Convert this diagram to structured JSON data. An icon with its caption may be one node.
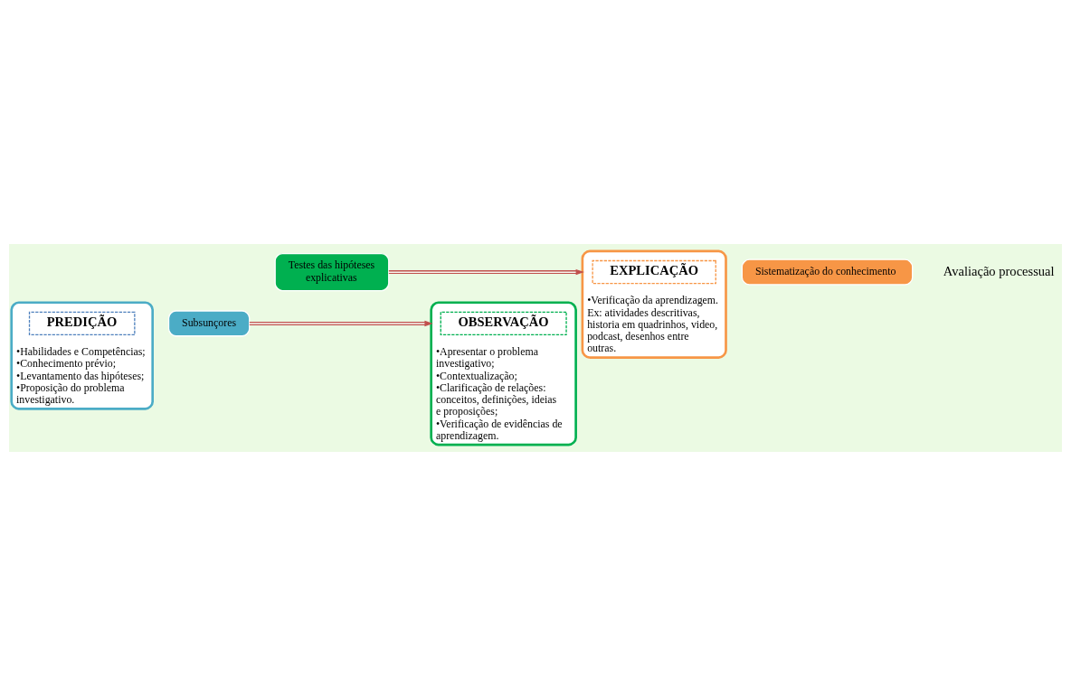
{
  "diagram": {
    "nodes": [
      {
        "text": [
          "•Habilidades e Competências;",
          "•Conhecimento prévio;",
          "•Levantamento das hipóteses;",
          "•Proposição do problema investigativo."
        ]
      },
      {
        "text": [
          "PREDIÇÃO"
        ],
        "in": 0
      },
      {
        "text": [
          "Subsunçores"
        ]
      },
      {
        "text": [
          "Testes das hipóteses explicativas"
        ]
      },
      {
        "text": [
          "•Apresentar o problema investigativo;",
          "•Contextualização;",
          "•Clarificação de relações: conceitos, definições, ideias e proposições;",
          "•Verificação de evidências de aprendizagem."
        ]
      },
      {
        "text": [
          "OBSERVAÇÃO"
        ],
        "in": 4
      },
      {
        "text": [
          "•Verificação da aprendizagem.  Ex: atividades descritivas, historia em quadrinhos, video, podcast, desenhos entre outras."
        ]
      },
      {
        "text": [
          "EXPLICAÇÃO"
        ],
        "in": 6
      },
      {
        "text": [
          "Sistematização do conhecimento"
        ]
      }
    ],
    "edges": [
      {
        "from": 2,
        "to": 4,
        "arrow": "to"
      },
      {
        "from": 3,
        "to": 6,
        "arrow": "to"
      }
    ],
    "labels": [
      "Avaliação processual"
    ]
  }
}
